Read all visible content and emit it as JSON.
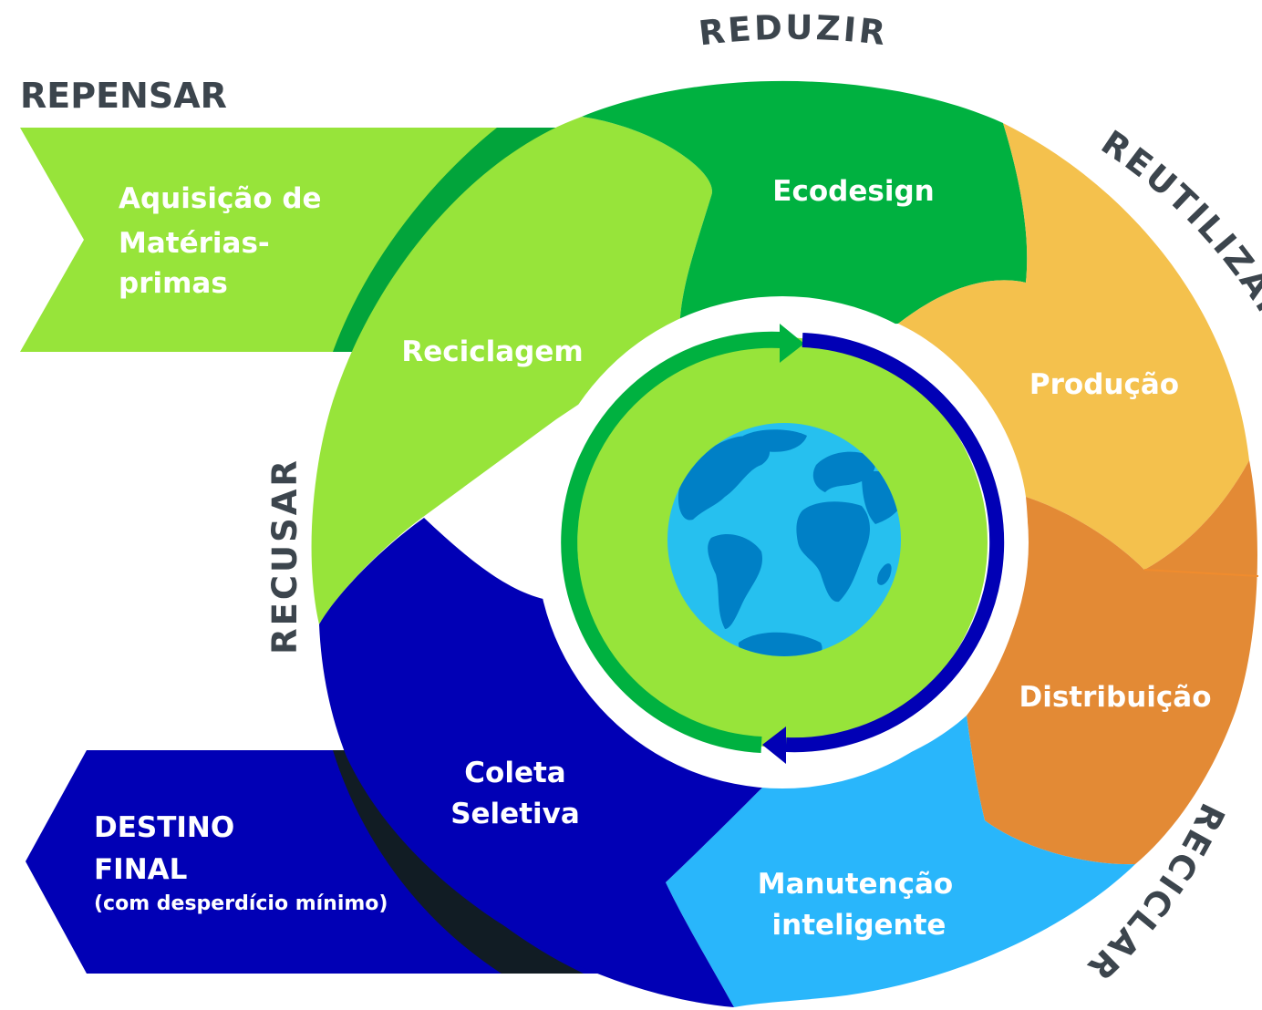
{
  "ring_words": {
    "reduzir": "REDUZIR",
    "repensar": "REPENSAR",
    "reutilizar": "REUTILIZAR",
    "recusar": "RECUSAR",
    "reciclar": "RECICLAR"
  },
  "input_arrow": {
    "line1": "Aquisição de",
    "line2": "Matérias-",
    "line3": "primas"
  },
  "output_arrow": {
    "line1": "DESTINO",
    "line2": "FINAL",
    "note": "(com desperdício mínimo)"
  },
  "segments": {
    "ecodesign": "Ecodesign",
    "producao": "Produção",
    "distribuicao": "Distribuição",
    "manutencao_1": "Manutenção",
    "manutencao_2": "inteligente",
    "coleta_1": "Coleta",
    "coleta_2": "Seletiva",
    "reciclagem": "Reciclagem"
  },
  "icons": {
    "globe": "globe-icon",
    "cycle_arrows": "circular-arrows-icon"
  },
  "colors": {
    "ecodesign": "#00b140",
    "producao": "#f4c14d",
    "distribuicao": "#e38a35",
    "manutencao": "#29b6fb",
    "coleta": "#0100b5",
    "reciclagem": "#97e43a",
    "center_green": "#97e43a",
    "arrow_green": "#00b140",
    "arrow_blue": "#0100b5",
    "globe_water": "#26c0ef",
    "globe_land": "#0080c6",
    "text_dark": "#3c454d"
  }
}
